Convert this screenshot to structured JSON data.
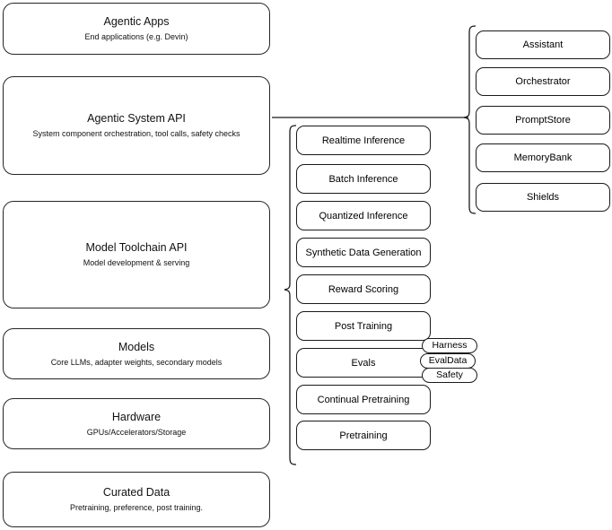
{
  "diagram": {
    "title": "AI stack layered architecture diagram",
    "stroke_color": "#1a1a1a",
    "background_color": "#ffffff",
    "layers": [
      {
        "title": "Agentic Apps",
        "subtitle": "End applications (e.g. Devin)"
      },
      {
        "title": "Agentic System API",
        "subtitle": "System component orchestration, tool calls, safety checks"
      },
      {
        "title": "Model Toolchain API",
        "subtitle": "Model development & serving"
      },
      {
        "title": "Models",
        "subtitle": "Core LLMs, adapter weights, secondary models"
      },
      {
        "title": "Hardware",
        "subtitle": "GPUs/Accelerators/Storage"
      },
      {
        "title": "Curated Data",
        "subtitle": "Pretraining, preference, post training."
      }
    ],
    "toolchain_components": [
      {
        "label": "Realtime Inference"
      },
      {
        "label": "Batch Inference"
      },
      {
        "label": "Quantized Inference"
      },
      {
        "label": "Synthetic Data Generation"
      },
      {
        "label": "Reward Scoring"
      },
      {
        "label": "Post Training"
      },
      {
        "label": "Evals"
      },
      {
        "label": "Continual Pretraining"
      },
      {
        "label": "Pretraining"
      }
    ],
    "evals_tags": [
      {
        "label": "Harness"
      },
      {
        "label": "EvalData"
      },
      {
        "label": "Safety"
      }
    ],
    "agentic_system_components": [
      {
        "label": "Assistant"
      },
      {
        "label": "Orchestrator"
      },
      {
        "label": "PromptStore"
      },
      {
        "label": "MemoryBank"
      },
      {
        "label": "Shields"
      }
    ]
  }
}
